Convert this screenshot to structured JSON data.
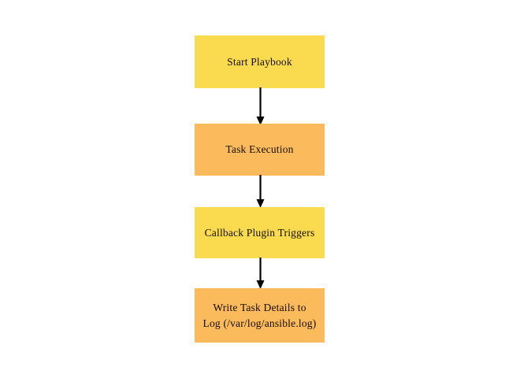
{
  "diagram": {
    "type": "flowchart",
    "orientation": "vertical",
    "background_color": "#ffffff",
    "arrow_color": "#000000",
    "text_color": "#140d02",
    "nodes": [
      {
        "id": "start-playbook",
        "label": "Start Playbook",
        "fill": "#fada4e"
      },
      {
        "id": "task-execution",
        "label": "Task Execution",
        "fill": "#fbba5c"
      },
      {
        "id": "callback-plugin-triggers",
        "label": "Callback Plugin Triggers",
        "fill": "#fada4e"
      },
      {
        "id": "write-task-details",
        "label": "Write Task Details to\nLog (/var/log/ansible.log)",
        "fill": "#fbba5c"
      }
    ],
    "edges": [
      {
        "id": "edge-1",
        "from": "start-playbook",
        "to": "task-execution",
        "arrow": "down-arrow"
      },
      {
        "id": "edge-2",
        "from": "task-execution",
        "to": "callback-plugin-triggers",
        "arrow": "down-arrow"
      },
      {
        "id": "edge-3",
        "from": "callback-plugin-triggers",
        "to": "write-task-details",
        "arrow": "down-arrow"
      }
    ]
  }
}
